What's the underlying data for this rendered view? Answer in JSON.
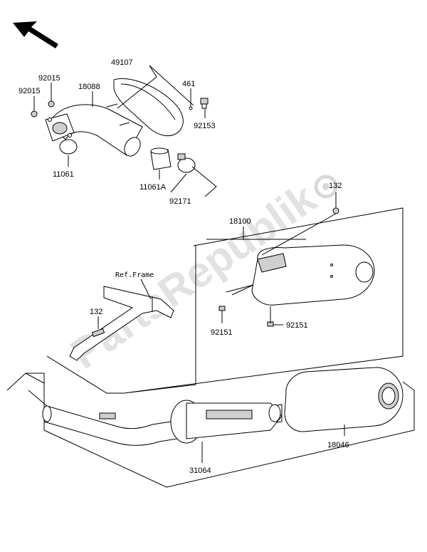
{
  "watermark": "PartsRepublik",
  "parts": {
    "p92015a": "92015",
    "p92015b": "92015",
    "p18088": "18088",
    "p49107": "49107",
    "p461": "461",
    "p92153": "92153",
    "p11061": "11061",
    "p11061a": "11061A",
    "p92171": "92171",
    "p132a": "132",
    "p18100": "18100",
    "p_ref_frame": "Ref.Frame",
    "p132b": "132",
    "p92151a": "92151",
    "p92151b": "92151",
    "p18046": "18046",
    "p31064": "31064"
  }
}
